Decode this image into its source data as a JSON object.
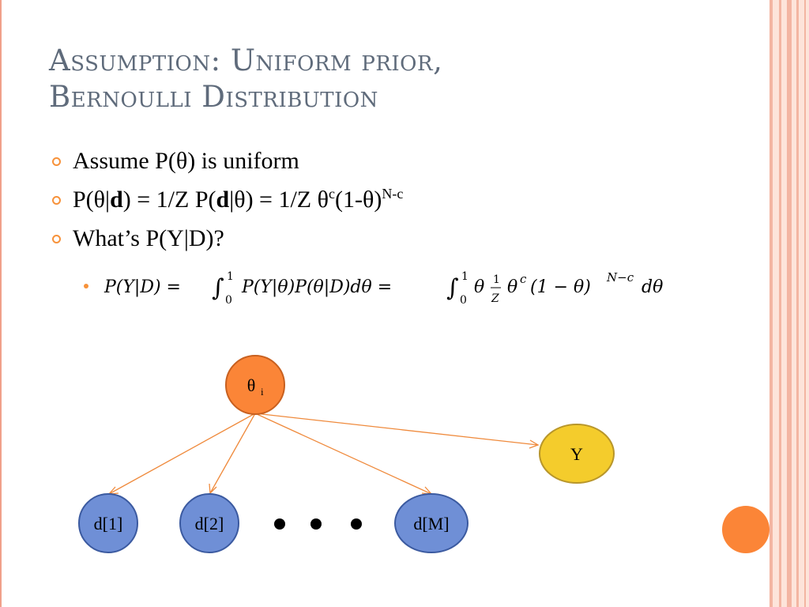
{
  "title": {
    "line1": "Assumption: Uniform prior,",
    "line2": "Bernoulli Distribution"
  },
  "bullets": [
    {
      "text": "Assume P(θ) is uniform"
    },
    {
      "text_parts": [
        "P(θ|",
        "d",
        ") = 1/Z P(",
        "d",
        "|θ) = 1/Z θ",
        "c",
        "(1-θ)",
        "N-c"
      ]
    },
    {
      "text": "What’s P(Y|D)?"
    }
  ],
  "formula": {
    "lhs": "P(Y|D) =",
    "mid": "P(Y|θ)P(θ|D)dθ =",
    "rhs_theta": "θ",
    "rhs_tail": "θ",
    "rhs_c": "c",
    "rhs_paren": "(1 − θ)",
    "rhs_exp": "N−c",
    "rhs_end": "dθ",
    "int_upper": "1",
    "int_lower": "0",
    "frac_num": "1",
    "frac_den": "Z"
  },
  "diagram": {
    "theta_base": "θ",
    "theta_sub": "i",
    "y": "Y",
    "d1": "d[1]",
    "d2": "d[2]",
    "dm": "d[M]"
  },
  "colors": {
    "accent": "#f7923a",
    "theta_node": "#fb8537",
    "y_node": "#f4cc2c",
    "d_node": "#6f8fd6",
    "edge": "#ef8a3c"
  }
}
